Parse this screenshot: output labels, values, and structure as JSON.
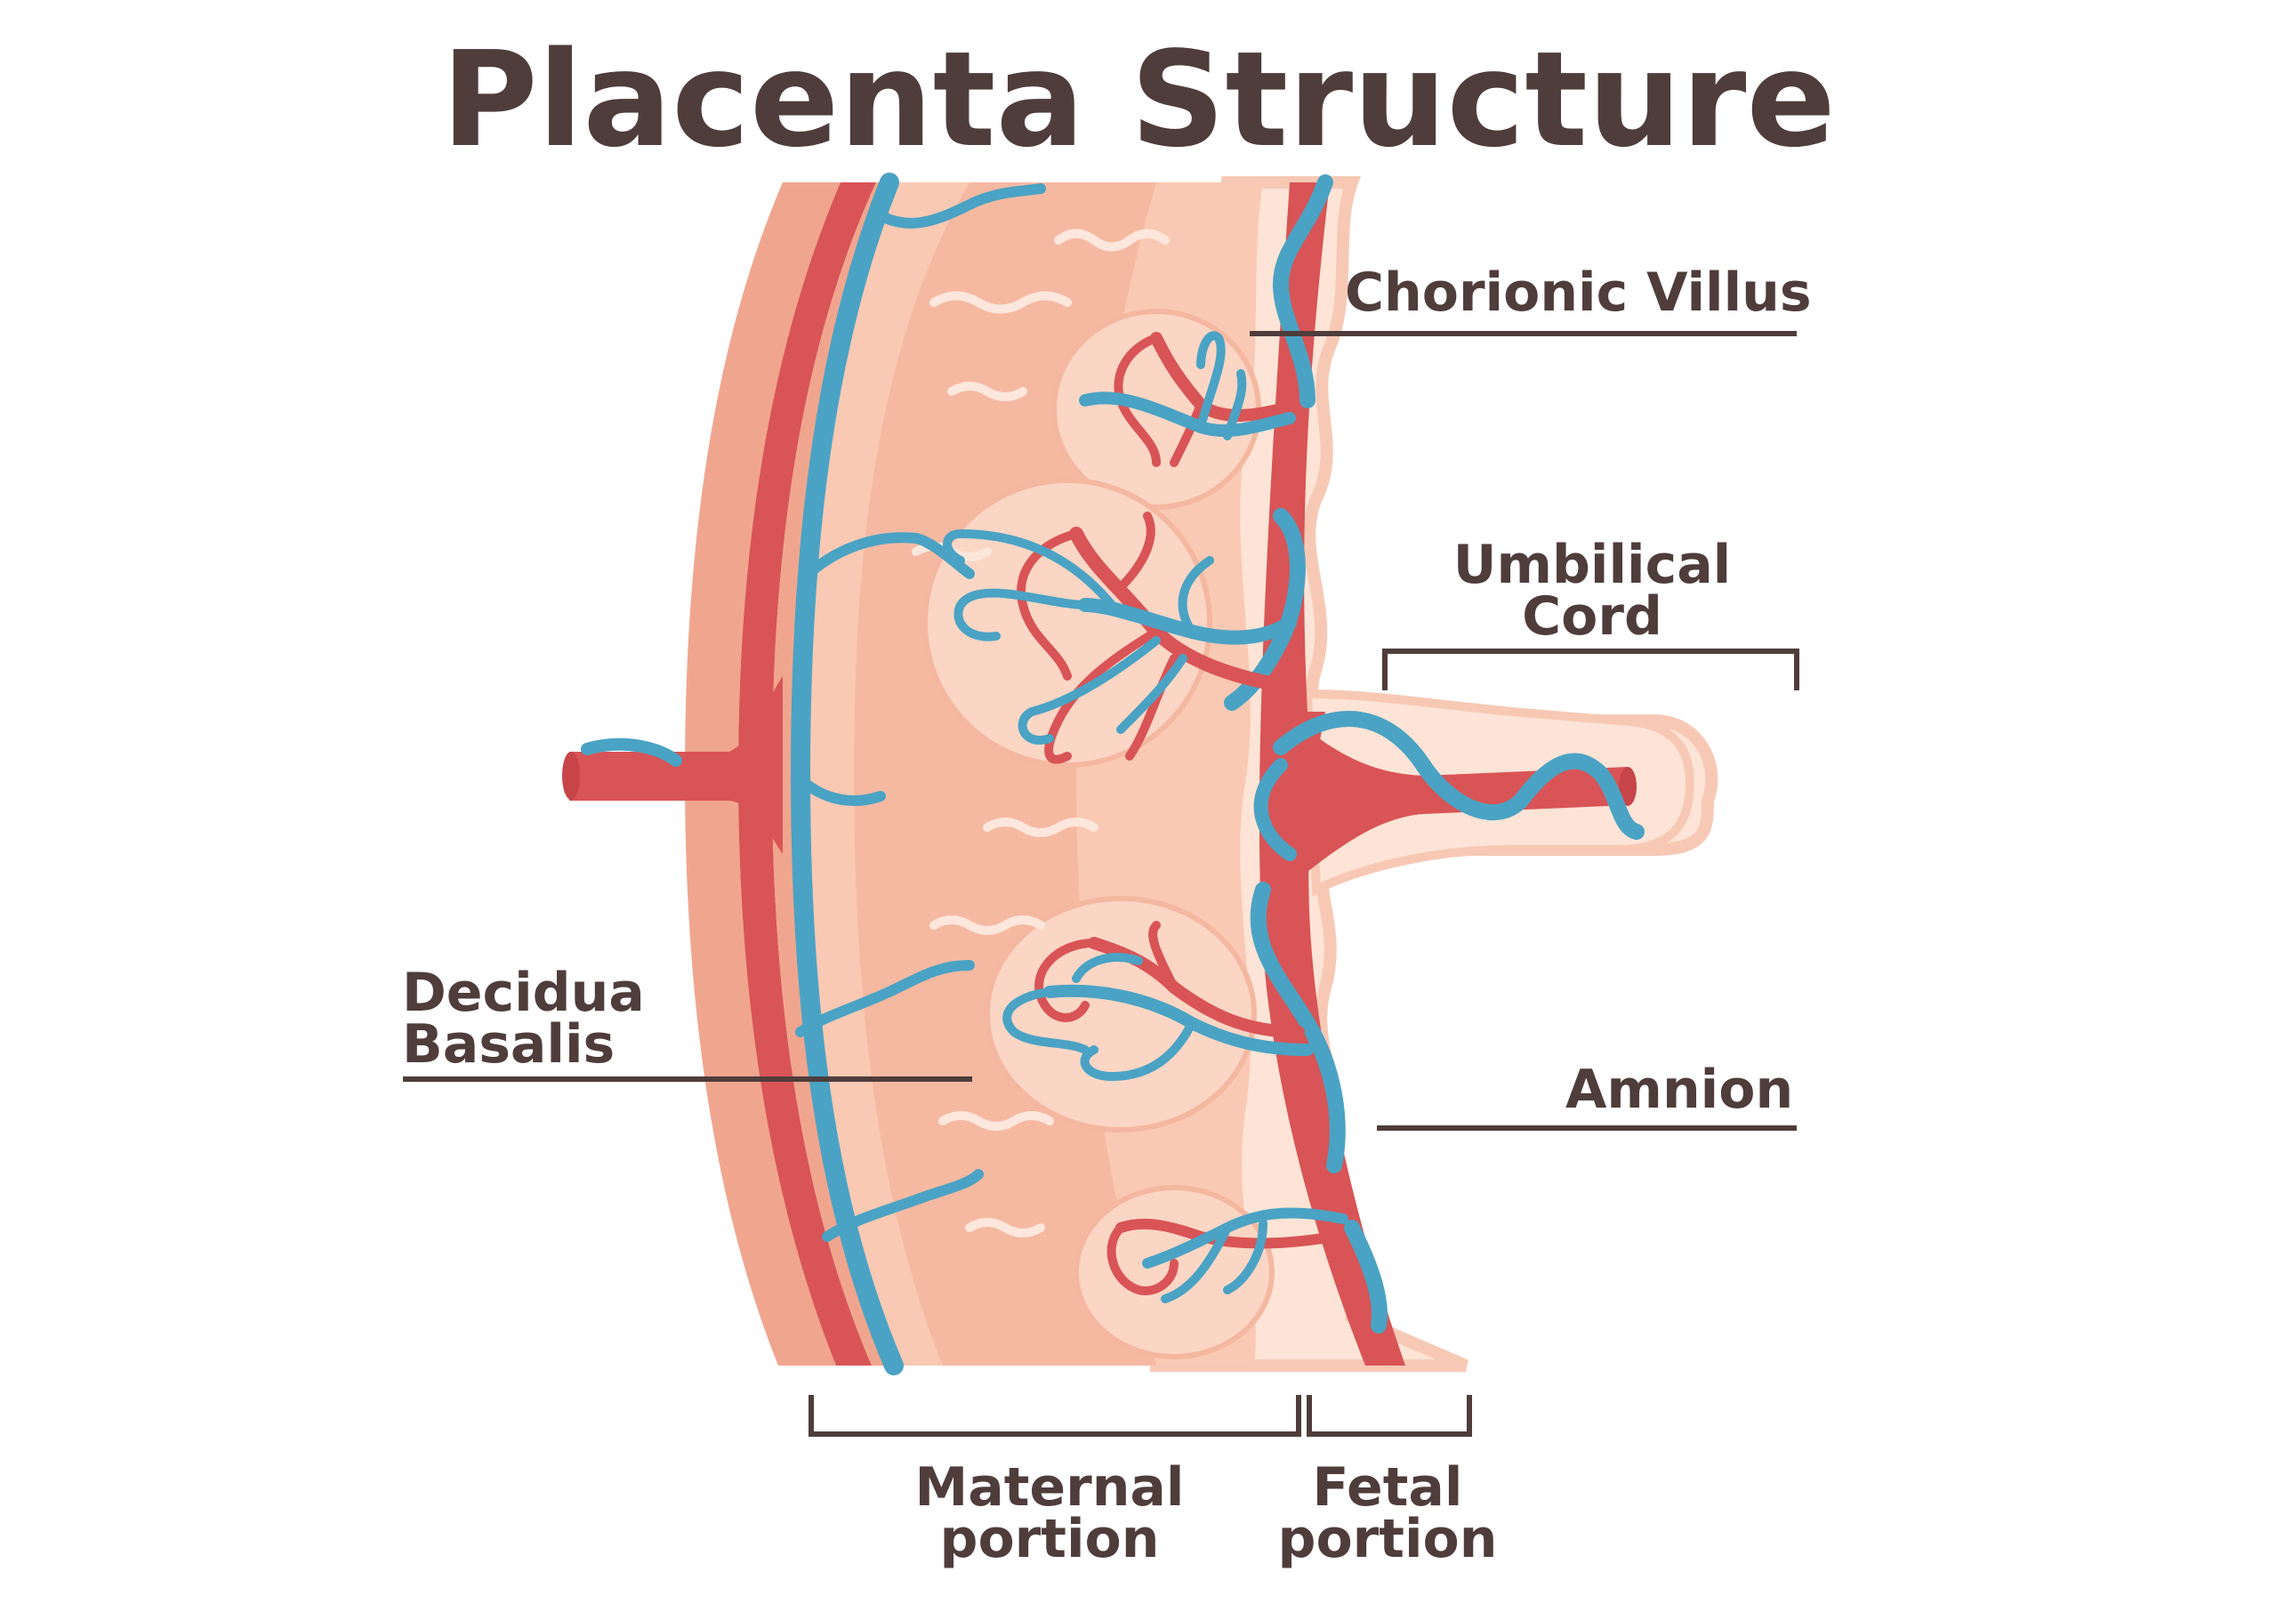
{
  "title": "Placenta Structure",
  "labels": {
    "chorionic_villus": "Chorionic Villus",
    "umbilical_cord_line1": "Umbilical",
    "umbilical_cord_line2": "Cord",
    "decidua_basalis_line1": "Decidua",
    "decidua_basalis_line2": "Basalis",
    "amnion": "Amnion",
    "maternal_portion_line1": "Maternal",
    "maternal_portion_line2": "portion",
    "fetal_portion_line1": "Fetal",
    "fetal_portion_line2": "portion"
  },
  "colors": {
    "text": "#4f3d3b",
    "artery": "#d95456",
    "vein": "#4aa3c4",
    "tissue_light": "#f9c9b4",
    "tissue_mid": "#f0a68e",
    "amnion_fill": "#fde4d6",
    "amnion_outline": "#f7c9b5"
  }
}
